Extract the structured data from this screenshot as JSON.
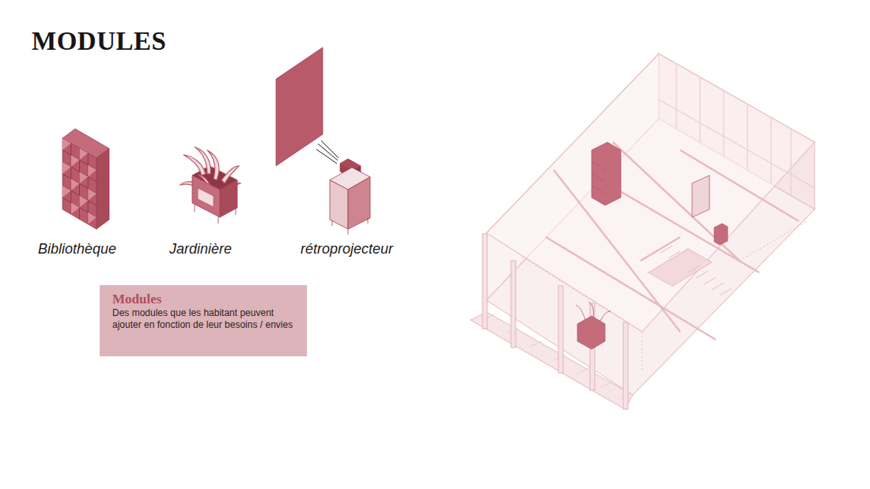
{
  "diagram": {
    "title": "MODULES",
    "nodes": [
      {
        "text": [
          "Modules",
          "Des modules que les habitant peuvent ajouter en fonction de leur besoins / envies"
        ]
      }
    ],
    "labels": [
      "Bibliothèque",
      "Jardinière",
      "rétroprojecteur"
    ]
  }
}
